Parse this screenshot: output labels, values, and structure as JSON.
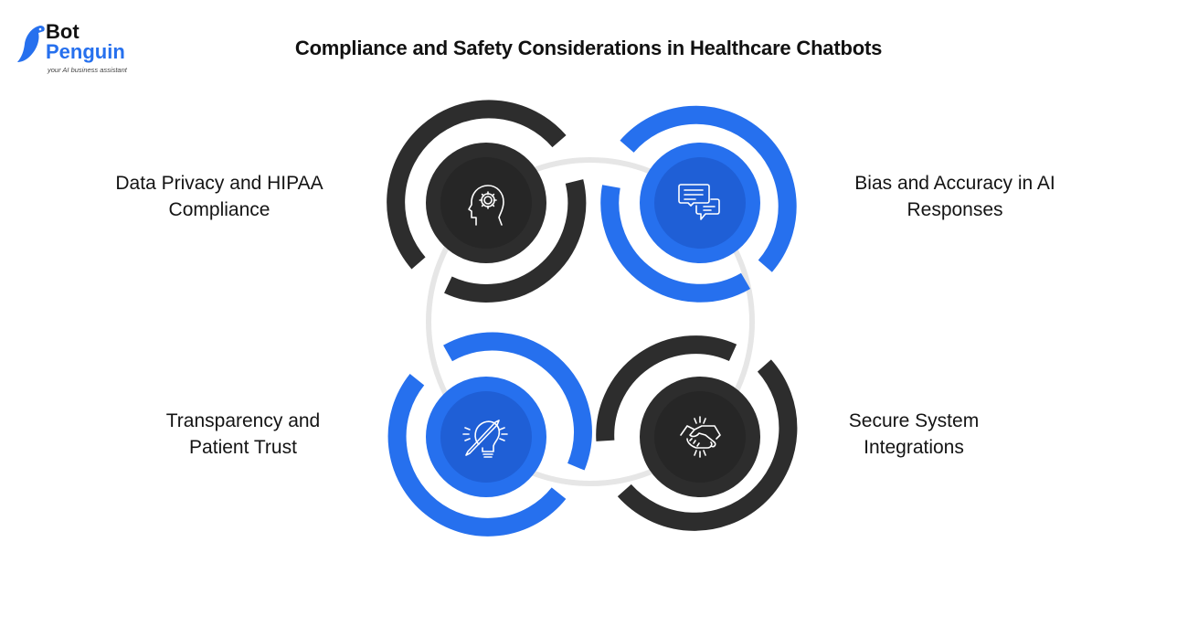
{
  "brand": {
    "name_line1": "Bot",
    "name_line2": "Penguin",
    "tagline": "your AI business assistant",
    "colors": {
      "dark": "#111111",
      "blue": "#2670ee"
    }
  },
  "title": "Compliance and Safety Considerations in Healthcare Chatbots",
  "colors": {
    "dark_ring": "#2d2d2d",
    "dark_disc": "#2d2d2d",
    "dark_inner": "#262626",
    "blue_ring": "#2670ee",
    "blue_disc": "#2670ee",
    "blue_inner": "#1f5fd6",
    "connector": "#e6e6e6",
    "icon_stroke": "#ffffff"
  },
  "items": [
    {
      "label_line1": "Data Privacy and HIPAA",
      "label_line2": "Compliance",
      "icon": "head-gear-icon",
      "theme": "dark"
    },
    {
      "label_line1": "Bias and Accuracy in AI",
      "label_line2": "Responses",
      "icon": "chat-bubbles-icon",
      "theme": "blue"
    },
    {
      "label_line1": "Transparency and",
      "label_line2": "Patient Trust",
      "icon": "lightbulb-pencil-icon",
      "theme": "blue"
    },
    {
      "label_line1": "Secure System",
      "label_line2": "Integrations",
      "icon": "handshake-icon",
      "theme": "dark"
    }
  ]
}
